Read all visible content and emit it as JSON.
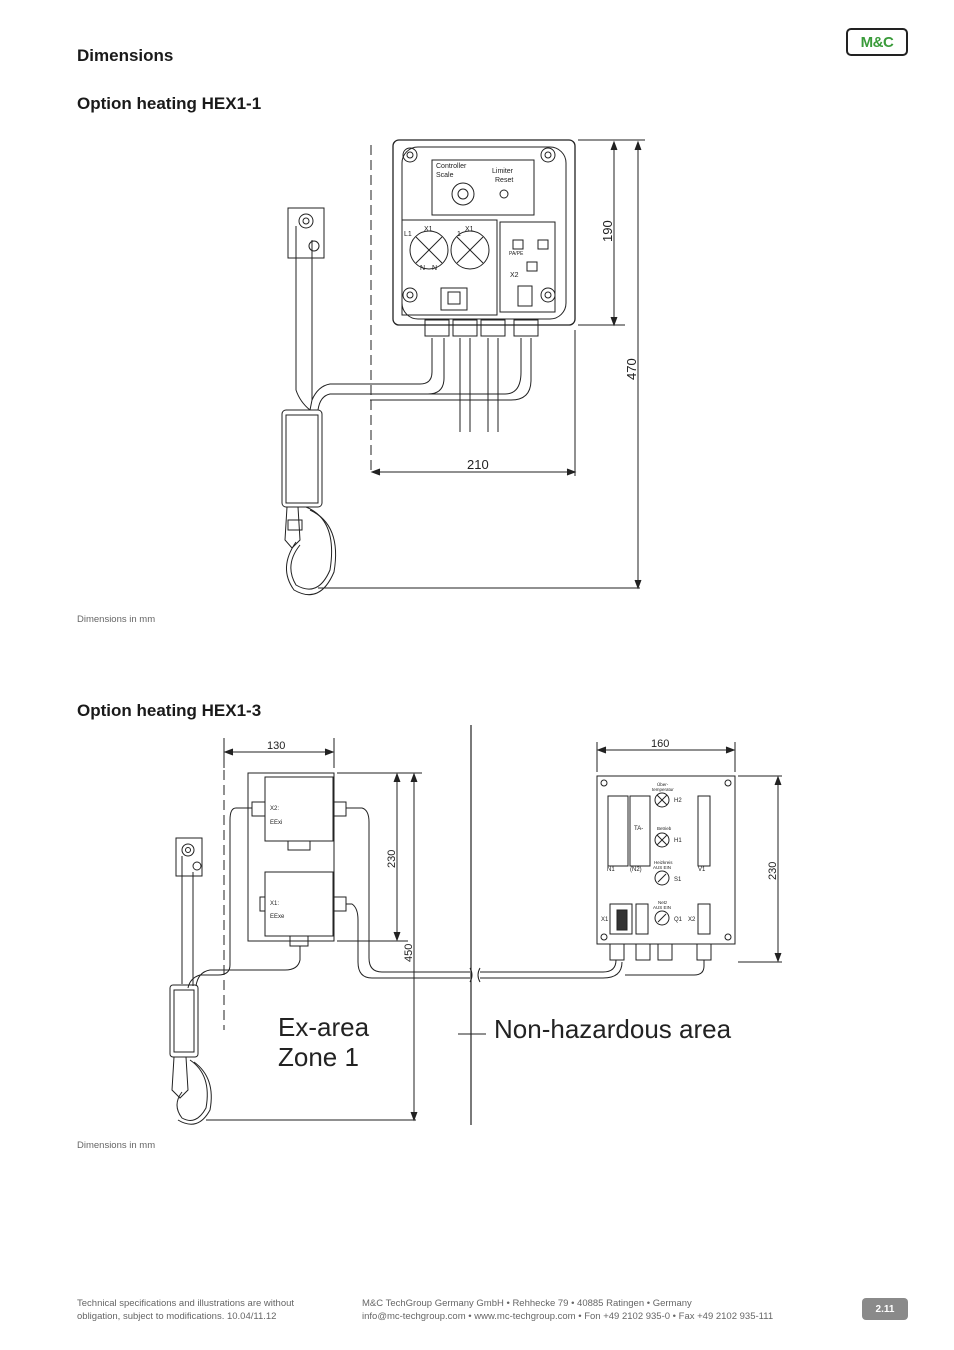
{
  "header": {
    "title": "Dimensions",
    "logo_text": "M&C"
  },
  "section1": {
    "title": "Option heating HEX1-1",
    "labels": {
      "controller": "Controller",
      "scale": "Scale",
      "limiter": "Limiter",
      "reset": "Reset",
      "x1": "X1",
      "x1b": "X1",
      "x2": "X2",
      "pape": "PA/PE",
      "l1": "L1",
      "n1": "N",
      "n2": "N",
      "one": "1"
    },
    "dims": {
      "height": "190",
      "total": "470",
      "width": "210"
    },
    "note": "Dimensions in mm"
  },
  "section2": {
    "title": "Option heating HEX1-3",
    "dims": {
      "width_left": "130",
      "height_left": "230",
      "total_left": "450",
      "width_right": "160",
      "height_right": "230"
    },
    "labels": {
      "x2_box": "X2:",
      "eexi": "EExi",
      "x1_box": "X1:",
      "eexe": "EExe",
      "uebertemp1": "Über-",
      "uebertemp2": "temperatur",
      "h2": "H2",
      "ta": "TA-",
      "betrieb": "Betrieb",
      "h1": "H1",
      "heizkreis": "Heizkreis",
      "aus_ein1": "AUS  EIN",
      "s1": "S1",
      "n1": "N1",
      "n2": "(N2)",
      "v1": "V1",
      "netz": "Netz",
      "aus_ein2": "AUS  EIN",
      "q1": "Q1",
      "x1": "X1",
      "x2": "X2"
    },
    "area_ex_line1": "Ex-area",
    "area_ex_line2": "Zone 1",
    "area_nonhaz": "Non-hazardous area",
    "note": "Dimensions in mm"
  },
  "footer": {
    "left_line1": "Technical specifications and illustrations are without",
    "left_line2": "obligation, subject to modifications. 10.04/11.12",
    "right_line1": "M&C TechGroup Germany GmbH • Rehhecke 79 • 40885 Ratingen • Germany",
    "right_line2": "info@mc-techgroup.com • www.mc-techgroup.com • Fon +49 2102 935-0 • Fax +49 2102 935-111",
    "page": "2.11"
  }
}
